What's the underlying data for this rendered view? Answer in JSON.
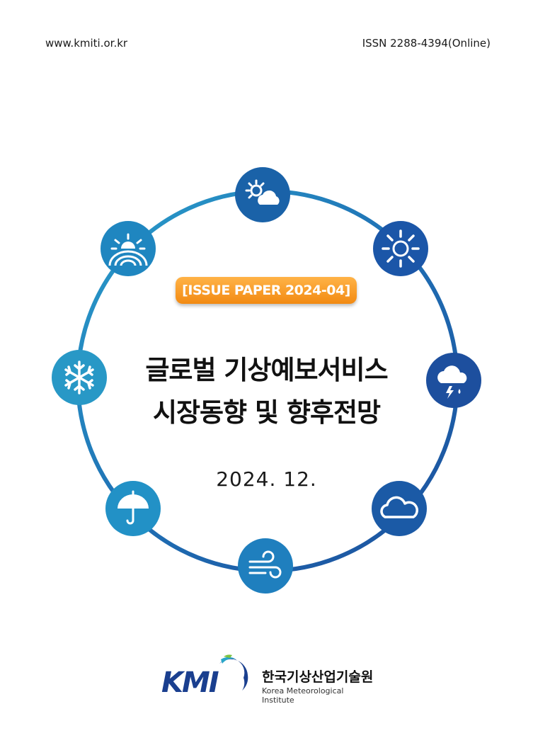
{
  "header": {
    "website": "www.kmiti.or.kr",
    "issn": "ISSN 2288-4394(Online)"
  },
  "badge": "[ISSUE PAPER 2024-04]",
  "title": {
    "line1": "글로벌 기상예보서비스",
    "line2": "시장동향 및 향후전망"
  },
  "date": "2024.  12.",
  "logo": {
    "mark": "KMI",
    "org_ko": "한국기상산업기술원",
    "org_en": "Korea Meteorological Institute"
  },
  "icons": [
    {
      "name": "sun-cloud-icon",
      "color": "#1a62a8"
    },
    {
      "name": "sun-icon",
      "color": "#1b56a8"
    },
    {
      "name": "rain-lightning-icon",
      "color": "#1d4f9e"
    },
    {
      "name": "cloud-icon",
      "color": "#1b5aa6"
    },
    {
      "name": "wind-icon",
      "color": "#1f7fbe"
    },
    {
      "name": "umbrella-icon",
      "color": "#2291c6"
    },
    {
      "name": "snowflake-icon",
      "color": "#2898c6"
    },
    {
      "name": "sunrise-icon",
      "color": "#1f86c0"
    }
  ]
}
